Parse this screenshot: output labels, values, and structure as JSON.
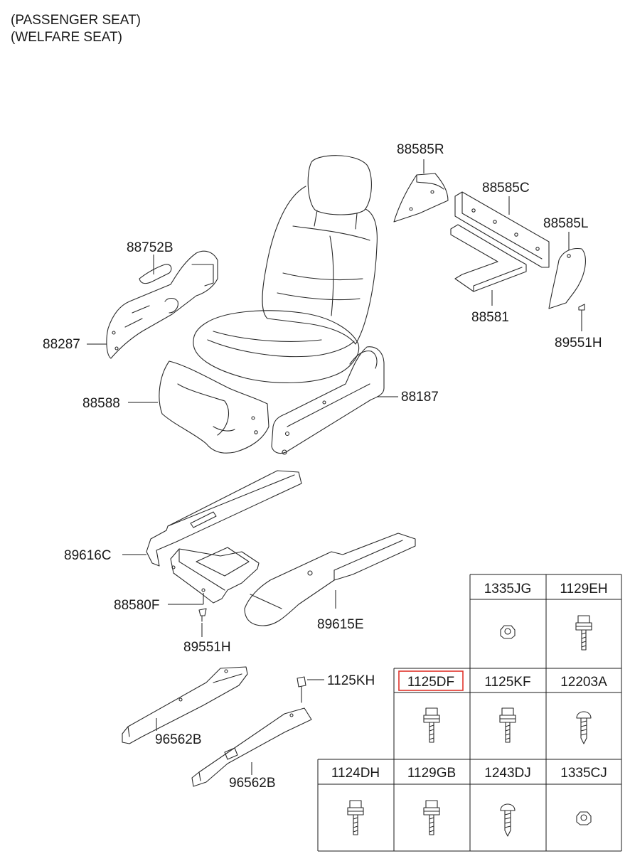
{
  "header": {
    "line1": "(PASSENGER SEAT)",
    "line2": "(WELFARE SEAT)"
  },
  "callouts": {
    "p88585R": "88585R",
    "p88585C": "88585C",
    "p88585L": "88585L",
    "p88581": "88581",
    "p89551H_top": "89551H",
    "p88752B": "88752B",
    "p88287": "88287",
    "p88588": "88588",
    "p88187": "88187",
    "p89616C": "89616C",
    "p88580F": "88580F",
    "p89615E": "89615E",
    "p89551H_bottom": "89551H",
    "p1125KH": "1125KH",
    "p96562B_left": "96562B",
    "p96562B_right": "96562B"
  },
  "fastener_table": {
    "row1": [
      "1335JG",
      "1129EH"
    ],
    "row2": [
      "1125DF",
      "1125KF",
      "12203A"
    ],
    "row3": [
      "1124DH",
      "1129GB",
      "1243DJ",
      "1335CJ"
    ],
    "highlighted": "1125DF",
    "highlight_color": "#e0332b"
  }
}
